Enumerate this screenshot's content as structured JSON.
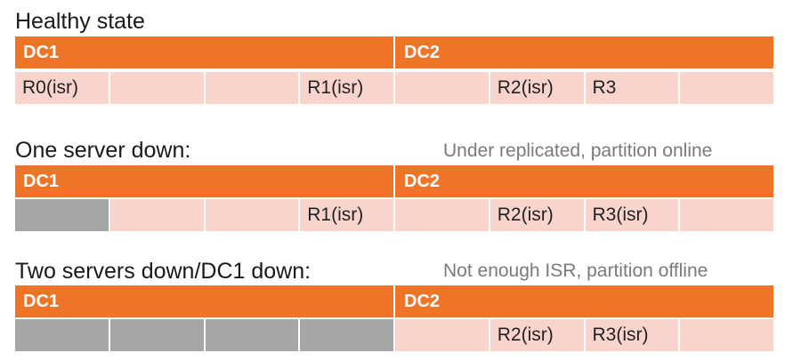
{
  "sections": [
    {
      "title": "Healthy state",
      "note": "",
      "dc1_label": "DC1",
      "dc2_label": "DC2",
      "cells": [
        {
          "text": "R0(isr)",
          "state": "up"
        },
        {
          "text": "",
          "state": "up"
        },
        {
          "text": "",
          "state": "up"
        },
        {
          "text": "R1(isr)",
          "state": "up"
        },
        {
          "text": "",
          "state": "up"
        },
        {
          "text": "R2(isr)",
          "state": "up"
        },
        {
          "text": "R3",
          "state": "up"
        },
        {
          "text": "",
          "state": "up"
        }
      ]
    },
    {
      "title": "One server down:",
      "note": "Under replicated, partition online",
      "dc1_label": "DC1",
      "dc2_label": "DC2",
      "cells": [
        {
          "text": "",
          "state": "down"
        },
        {
          "text": "",
          "state": "up"
        },
        {
          "text": "",
          "state": "up"
        },
        {
          "text": "R1(isr)",
          "state": "up"
        },
        {
          "text": "",
          "state": "up"
        },
        {
          "text": "R2(isr)",
          "state": "up"
        },
        {
          "text": "R3(isr)",
          "state": "up"
        },
        {
          "text": "",
          "state": "up"
        }
      ]
    },
    {
      "title": "Two servers down/DC1 down:",
      "note": "Not enough ISR, partition offline",
      "dc1_label": "DC1",
      "dc2_label": "DC2",
      "cells": [
        {
          "text": "",
          "state": "down"
        },
        {
          "text": "",
          "state": "down"
        },
        {
          "text": "",
          "state": "down"
        },
        {
          "text": "",
          "state": "down"
        },
        {
          "text": "",
          "state": "up"
        },
        {
          "text": "R2(isr)",
          "state": "up"
        },
        {
          "text": "R3(isr)",
          "state": "up"
        },
        {
          "text": "",
          "state": "up"
        }
      ]
    }
  ],
  "colors": {
    "header": "#ee7427",
    "server_up": "#f8d4cc",
    "server_down": "#a6a6a6",
    "note": "#7a7a7a"
  }
}
